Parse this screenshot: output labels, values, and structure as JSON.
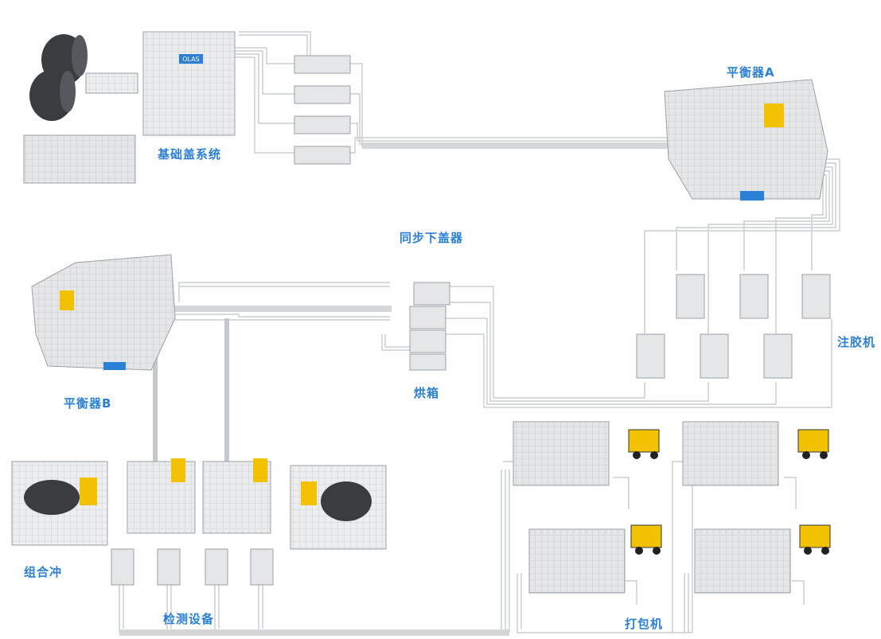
{
  "colors": {
    "label": "#2b7fd4",
    "machine_frame": "#9aa0a6",
    "machine_body": "#e4e6e8",
    "conveyor": "#c9cdd1",
    "accent_yellow": "#f2c200",
    "roll": "#3a3d40",
    "forklift_body": "#f2c200"
  },
  "labels": {
    "base_cover_system": "基础盖系统",
    "sync_cover_device": "同步下盖器",
    "balancer_a": "平衡器A",
    "glue_injector": "注胶机",
    "balancer_b": "平衡器B",
    "oven": "烘箱",
    "combined_punch": "组合冲",
    "inspection_equipment": "检测设备",
    "packing_machine": "打包机"
  },
  "logo_text": "OLAS"
}
